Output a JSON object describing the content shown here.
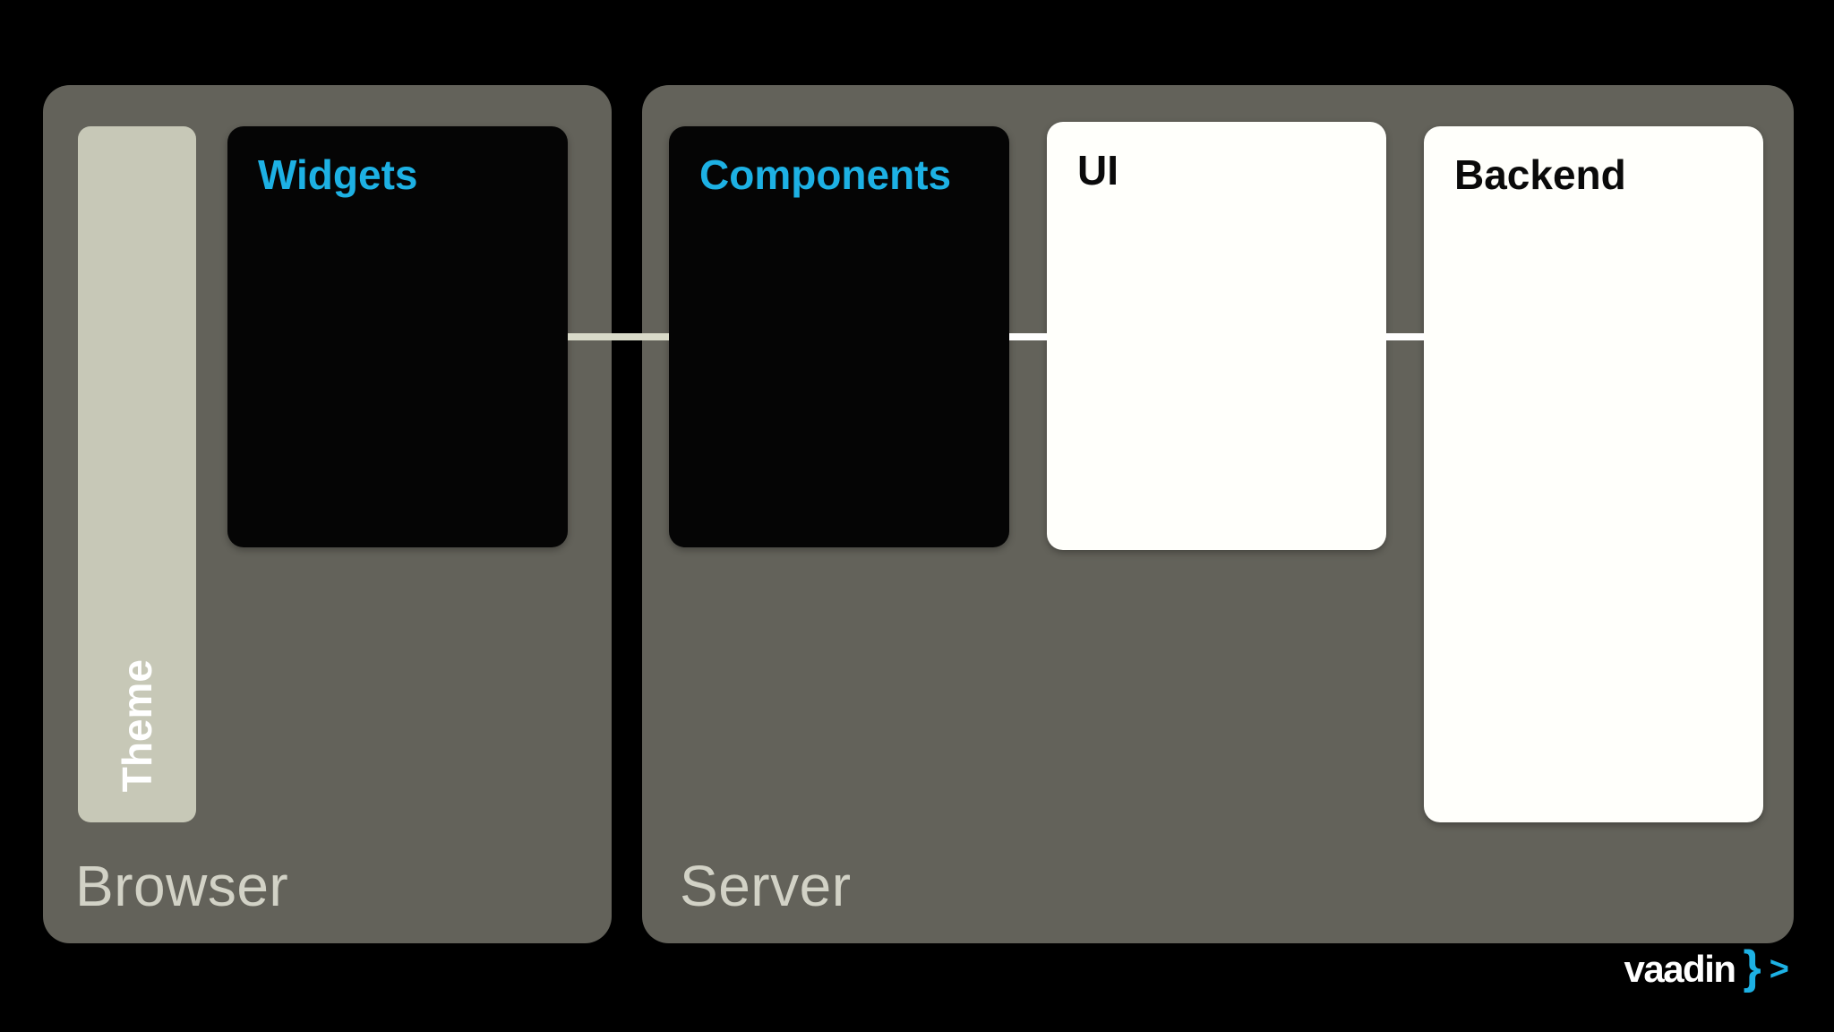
{
  "colors": {
    "background": "#000000",
    "container": "#63625a",
    "container_label": "#d2d2c6",
    "panel_dark": "#050505",
    "panel_light": "#fffffb",
    "theme_bar": "#c7c8b7",
    "accent_cyan": "#1db1e4",
    "connector_beige": "#d9dac9",
    "connector_white": "#ffffff",
    "logo_text": "#ffffff"
  },
  "diagram": {
    "browser": {
      "label": "Browser",
      "theme_label": "Theme",
      "widgets_label": "Widgets"
    },
    "server": {
      "label": "Server",
      "components_label": "Components",
      "ui_label": "UI",
      "backend_label": "Backend"
    },
    "connectors": [
      {
        "from": "Widgets",
        "to": "Components"
      },
      {
        "from": "Components",
        "to": "UI"
      },
      {
        "from": "UI",
        "to": "Backend"
      }
    ]
  },
  "logo": {
    "wordmark": "vaadin",
    "brace": "}",
    "chevron": ">"
  }
}
